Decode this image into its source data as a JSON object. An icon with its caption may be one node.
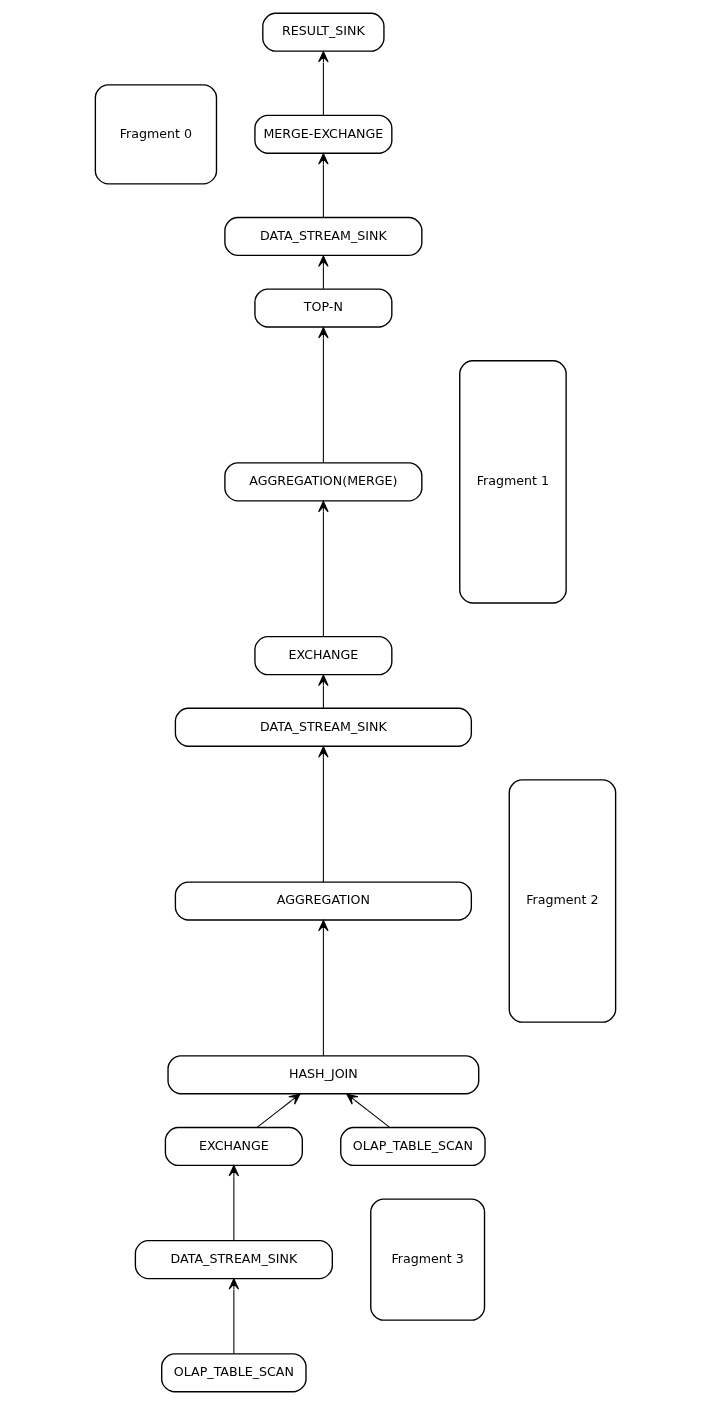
{
  "diagram": {
    "nodes": [
      {
        "text": [
          "Fragment 0"
        ]
      },
      {
        "text": [
          "RESULT_SINK"
        ]
      },
      {
        "text": [
          "MERGE-EXCHANGE"
        ]
      },
      {
        "text": [
          "Fragment 1"
        ]
      },
      {
        "text": [
          "DATA_STREAM_SINK"
        ]
      },
      {
        "text": [
          "TOP-N"
        ]
      },
      {
        "text": [
          "AGGREGATION(MERGE)"
        ]
      },
      {
        "text": [
          "EXCHANGE"
        ]
      },
      {
        "text": [
          "Fragment 2"
        ]
      },
      {
        "text": [
          "DATA_STREAM_SINK"
        ]
      },
      {
        "text": [
          "AGGREGATION"
        ]
      },
      {
        "text": [
          "HASH_JOIN"
        ]
      },
      {
        "text": [
          "EXCHANGE"
        ]
      },
      {
        "text": [
          "OLAP_TABLE_SCAN"
        ]
      },
      {
        "text": [
          "Fragment 3"
        ]
      },
      {
        "text": [
          "DATA_STREAM_SINK"
        ]
      },
      {
        "text": [
          "OLAP_TABLE_SCAN"
        ]
      }
    ],
    "edges": [
      {
        "from": 2,
        "to": 1,
        "arrow": "to"
      },
      {
        "from": 4,
        "to": 2,
        "arrow": "to"
      },
      {
        "from": 5,
        "to": 4,
        "arrow": "to"
      },
      {
        "from": 6,
        "to": 5,
        "arrow": "to"
      },
      {
        "from": 7,
        "to": 6,
        "arrow": "to"
      },
      {
        "from": 9,
        "to": 7,
        "arrow": "to"
      },
      {
        "from": 10,
        "to": 9,
        "arrow": "to"
      },
      {
        "from": 11,
        "to": 10,
        "arrow": "to"
      },
      {
        "from": 12,
        "to": 11,
        "arrow": "to"
      },
      {
        "from": 13,
        "to": 11,
        "arrow": "to"
      },
      {
        "from": 15,
        "to": 12,
        "arrow": "to"
      },
      {
        "from": 16,
        "to": 15,
        "arrow": "to"
      }
    ]
  }
}
